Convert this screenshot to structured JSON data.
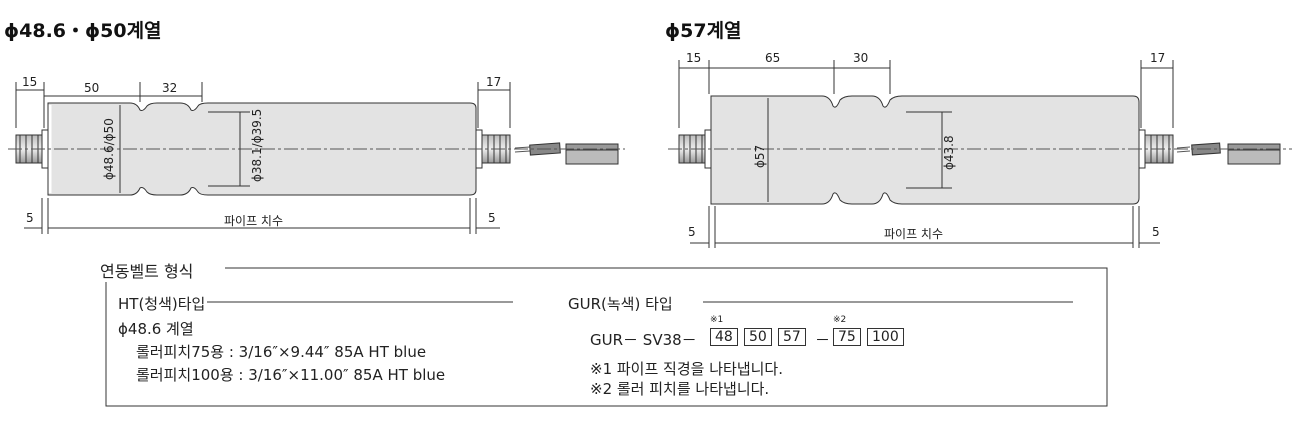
{
  "titles": {
    "left": "ϕ48.6・ϕ50계열",
    "right": "ϕ57계열"
  },
  "left_drawing": {
    "dim_top": [
      "15",
      "50",
      "32",
      "17"
    ],
    "dim_bottom_left": "5",
    "dim_bottom_right": "5",
    "pipe_label": "파이프 치수",
    "dia_outer": "ϕ48.6/ϕ50",
    "dia_inner": "ϕ38.1/ϕ39.5"
  },
  "right_drawing": {
    "dim_top": [
      "15",
      "65",
      "30",
      "17"
    ],
    "dim_bottom_left": "5",
    "dim_bottom_right": "5",
    "pipe_label": "파이프 치수",
    "dia_outer": "ϕ57",
    "dia_inner": "ϕ43.8"
  },
  "belt_section": {
    "title": "연동벨트 형식",
    "ht": {
      "title": "HT(청색)타입",
      "series": "ϕ48.6 계열",
      "line1": "롤러피치75용 : 3/16″×9.44″ 85A  HT blue",
      "line2": "롤러피치100용 : 3/16″×11.00″ 85A  HT blue"
    },
    "gur": {
      "title": "GUR(녹색) 타입",
      "model_prefix": "GUR－ SV38－",
      "boxes_a": [
        "48",
        "50",
        "57"
      ],
      "sep": "－",
      "boxes_b": [
        "75",
        "100"
      ],
      "mark1": "※1",
      "mark2": "※2",
      "note1": "※1  파이프 직경을 나타냅니다.",
      "note2": "※2 롤러 피치를 나타냅니다."
    }
  }
}
